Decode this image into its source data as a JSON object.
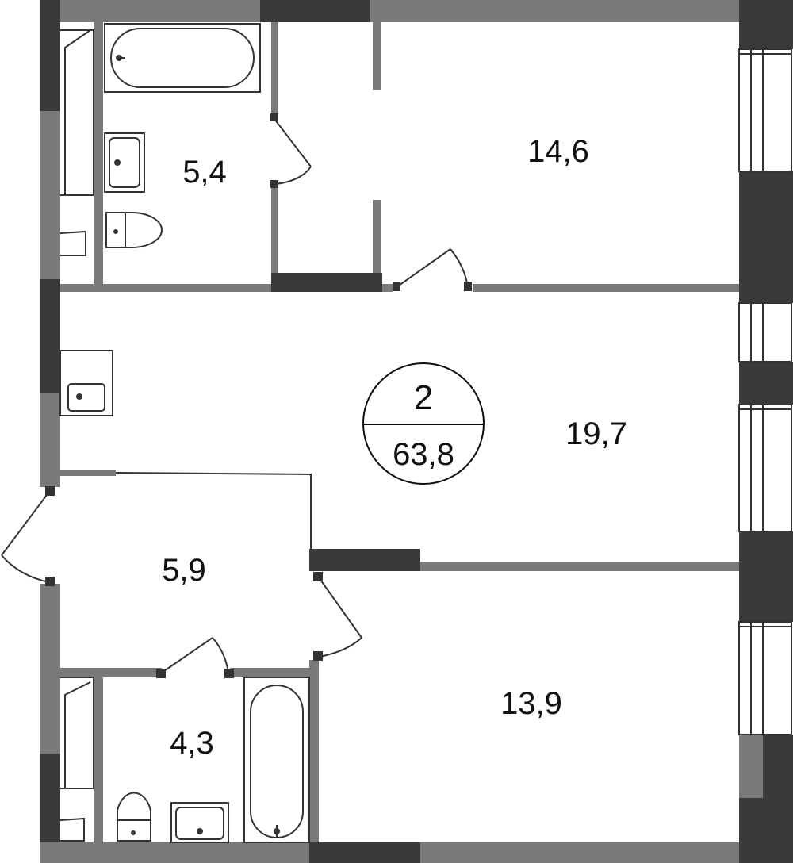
{
  "plan": {
    "colors": {
      "wall_outer": "#3a3a3a",
      "wall_inner": "#7a7a7a",
      "line": "#333333",
      "background": "#ffffff"
    },
    "rooms": [
      {
        "id": "bathroom-top",
        "label": "5,4"
      },
      {
        "id": "bedroom-top",
        "label": "14,6"
      },
      {
        "id": "living-room",
        "label": "19,7"
      },
      {
        "id": "hallway",
        "label": "5,9"
      },
      {
        "id": "bathroom-bottom",
        "label": "4,3"
      },
      {
        "id": "bedroom-bottom",
        "label": "13,9"
      }
    ],
    "badge": {
      "rooms_count": "2",
      "total_area": "63,8"
    }
  }
}
